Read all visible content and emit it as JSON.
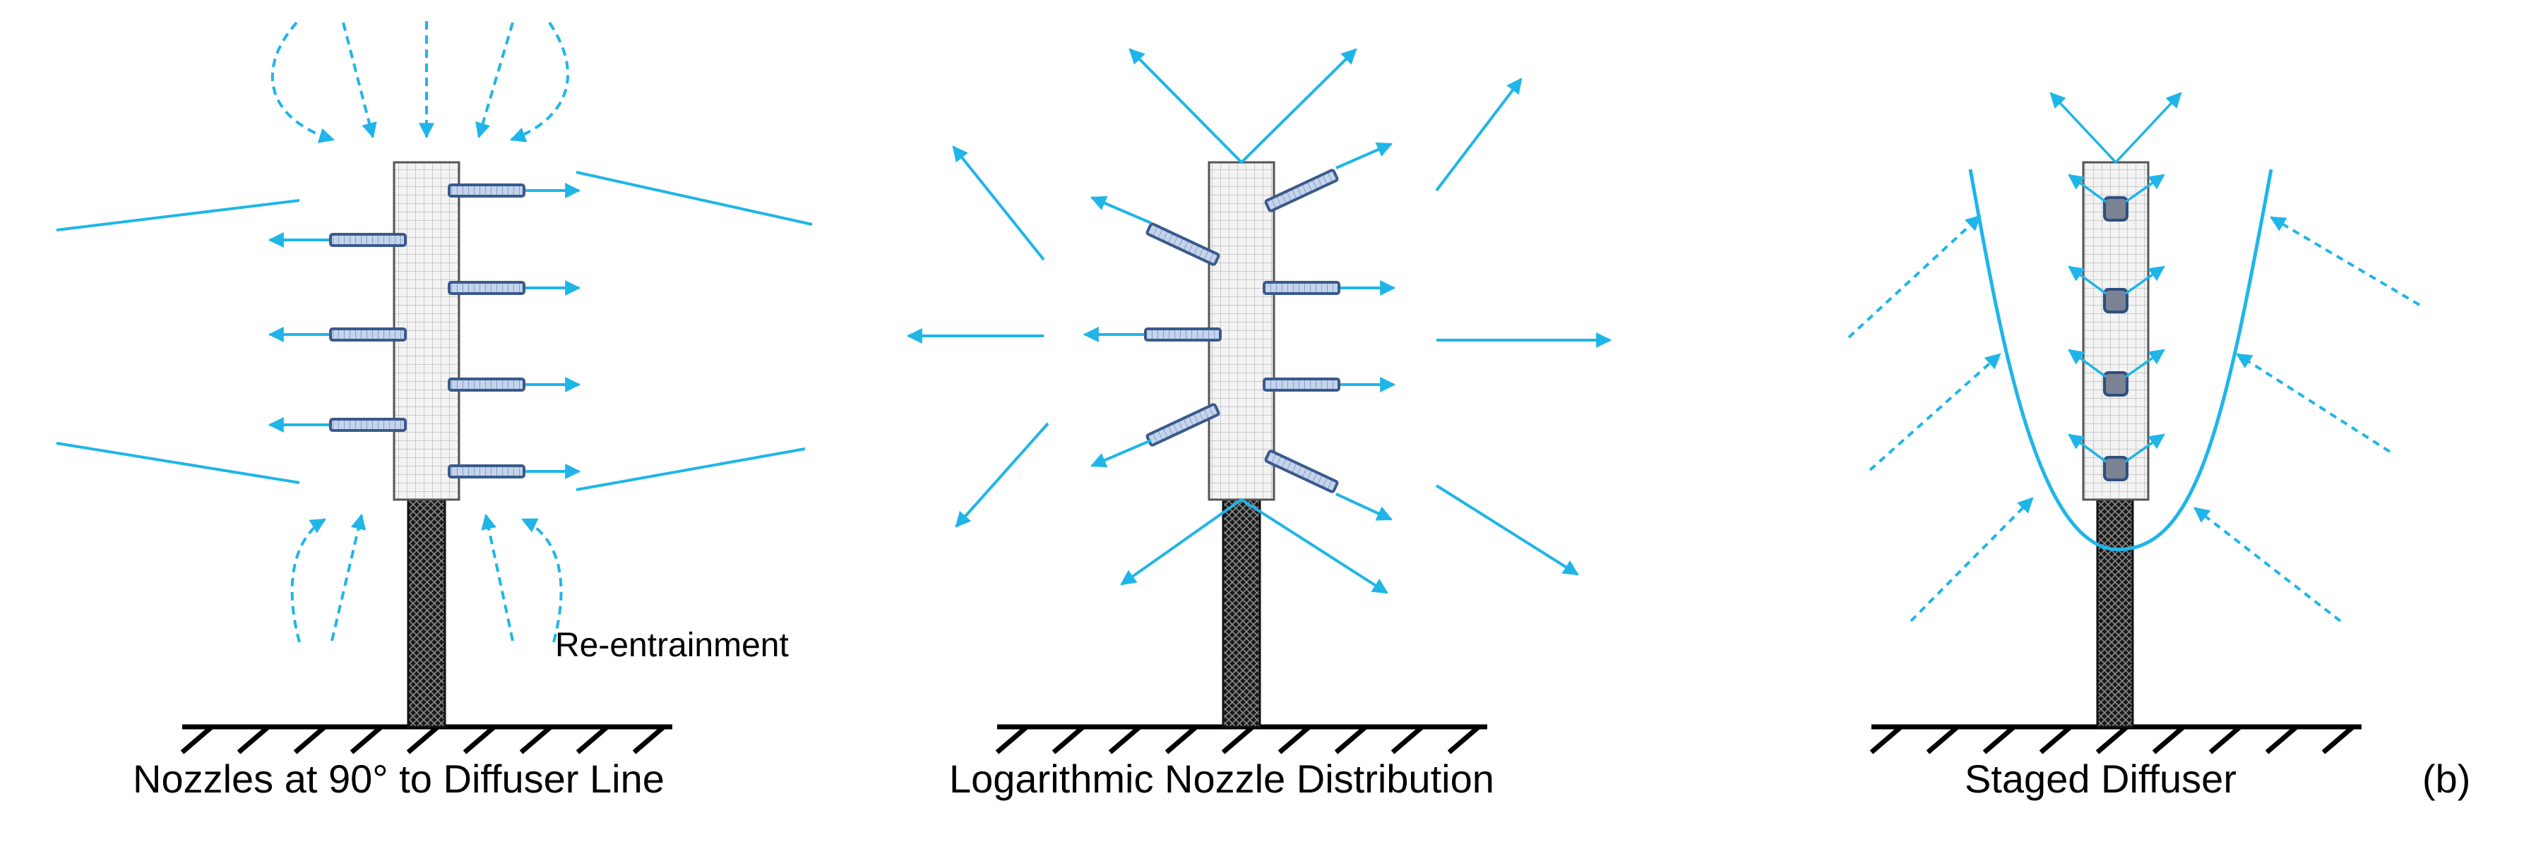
{
  "figure": {
    "panel_label": "(b)",
    "colors": {
      "flow": "#1FB5E8",
      "nozzle_fill": "#B9CBE6",
      "nozzle_stroke": "#3A5A8C",
      "diffuser_fill": "#F1F1F1",
      "riser_fill": "#2B2B2B",
      "ground": "#000000"
    },
    "panels": [
      {
        "caption": "Nozzles at 90° to Diffuser Line",
        "annotation": "Re-entrainment"
      },
      {
        "caption": "Logarithmic Nozzle Distribution"
      },
      {
        "caption": "Staged Diffuser"
      }
    ]
  }
}
